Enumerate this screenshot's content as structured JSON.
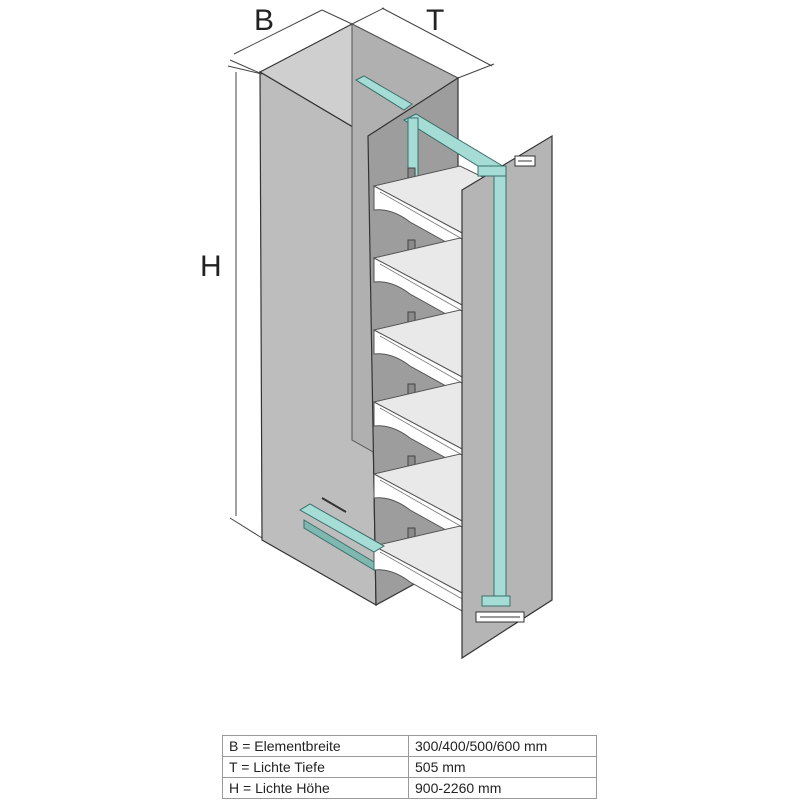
{
  "dimensions": {
    "width_label": "B",
    "depth_label": "T",
    "height_label": "H"
  },
  "spec_table": {
    "rows": [
      {
        "key": "B = Elementbreite",
        "value": "300/400/500/600 mm"
      },
      {
        "key": "T = Lichte Tiefe",
        "value": "505 mm"
      },
      {
        "key": "H = Lichte Höhe",
        "value": "900-2260 mm"
      }
    ]
  },
  "shelf_count": 6,
  "colors": {
    "cabinet_front": "#bdbdbd",
    "cabinet_side": "#a9a9a9",
    "cabinet_top": "#cfcfcf",
    "basket_edge": "#555555",
    "rail_teal": "#a6dcd6",
    "rail_stroke": "#3b6f69",
    "door_panel": "#b5b5b5"
  }
}
